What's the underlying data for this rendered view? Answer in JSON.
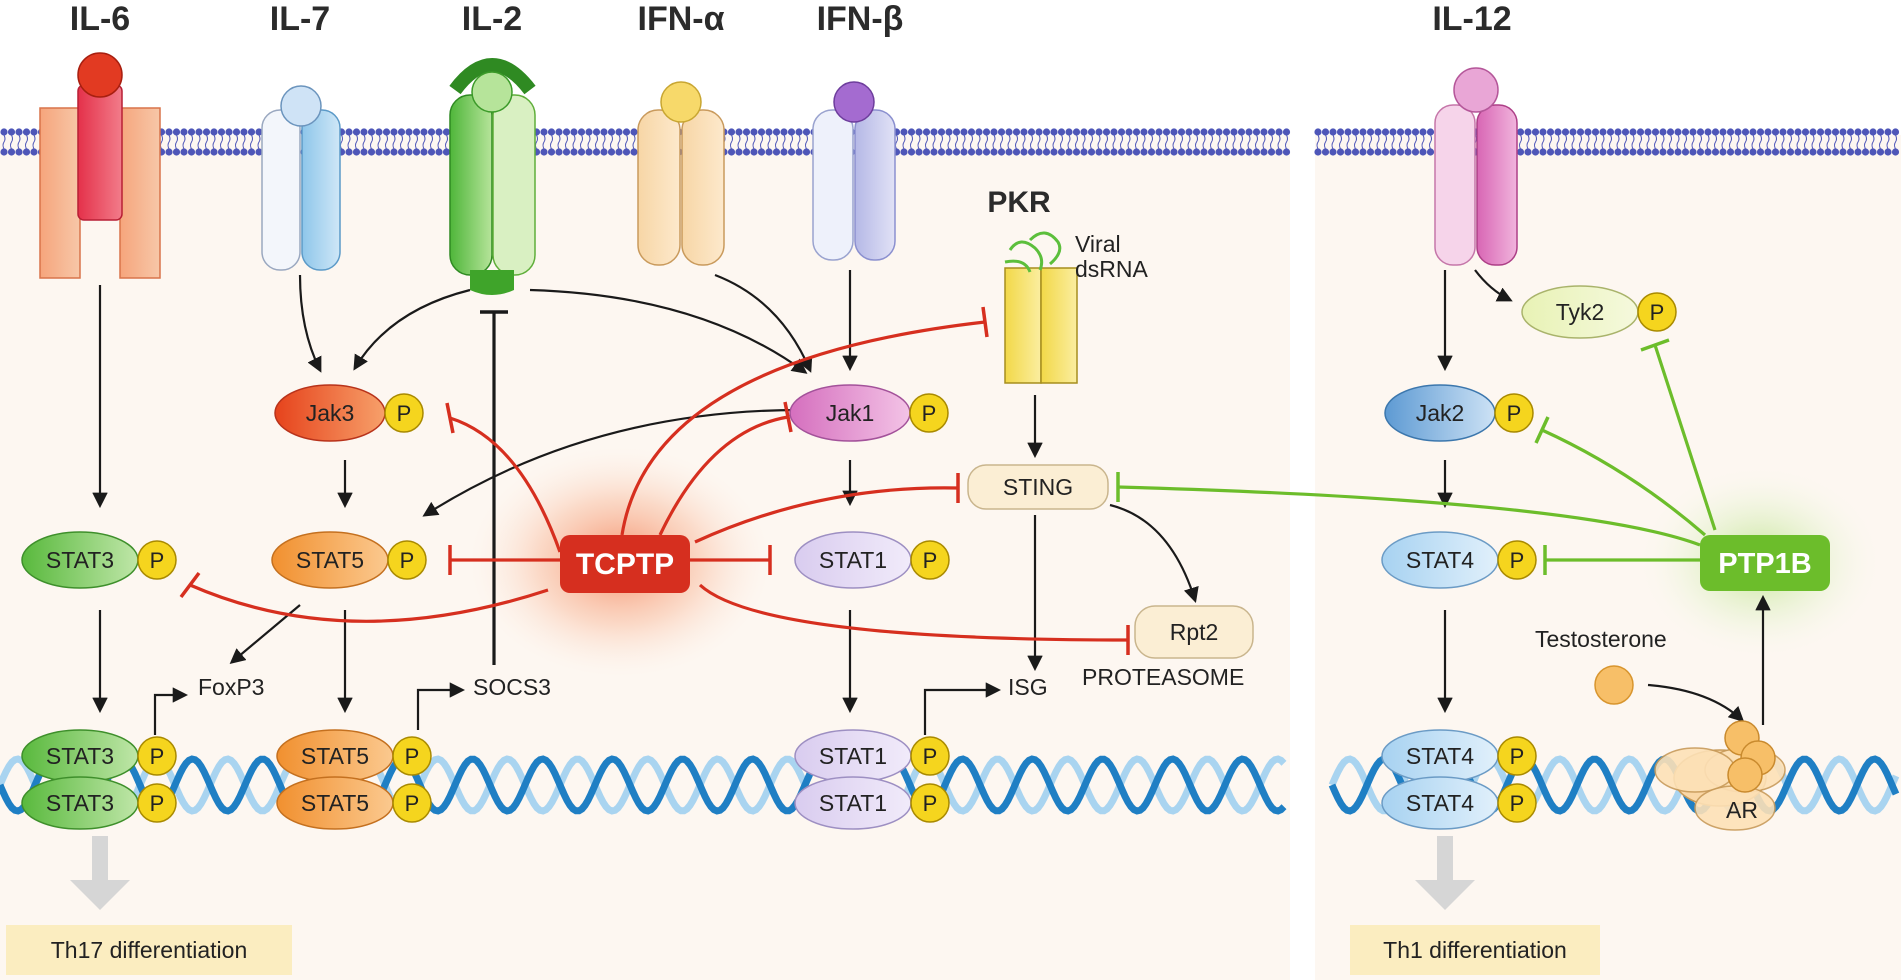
{
  "cytokines": {
    "il6": "IL-6",
    "il7": "IL-7",
    "il2": "IL-2",
    "ifna": "IFN-α",
    "ifnb": "IFN-β",
    "il12": "IL-12"
  },
  "pkr": {
    "title": "PKR",
    "viral_line1": "Viral",
    "viral_line2": "dsRNA"
  },
  "molecules": {
    "jak3": "Jak3",
    "jak1": "Jak1",
    "jak2": "Jak2",
    "tyk2": "Tyk2",
    "stat3": "STAT3",
    "stat5": "STAT5",
    "stat1": "STAT1",
    "stat4": "STAT4",
    "sting": "STING",
    "rpt2": "Rpt2",
    "phospho": "P"
  },
  "phosphatases": {
    "tcptp": "TCPTP",
    "ptp1b": "PTP1B"
  },
  "targets": {
    "foxp3": "FoxP3",
    "socs3": "SOCS3",
    "isg": "ISG",
    "proteasome": "PROTEASOME",
    "testosterone": "Testosterone",
    "ar": "AR"
  },
  "outcomes": {
    "th17": "Th17 differentiation",
    "th1": "Th1 differentiation"
  },
  "colors": {
    "tcptp": "#d62f1f",
    "ptp1b": "#6cbd2b",
    "dna": "#1f7fc4",
    "outcome_box": "#fbedc0"
  }
}
